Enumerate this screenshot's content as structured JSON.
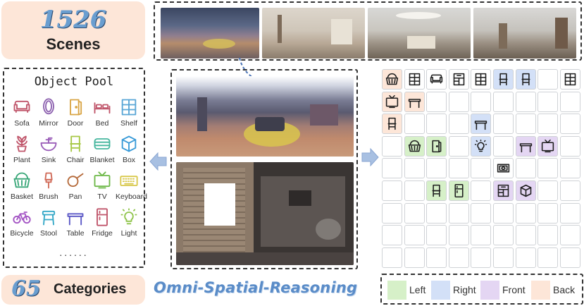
{
  "scenes": {
    "count": "1526",
    "label": "Scenes"
  },
  "categories": {
    "count": "65",
    "label": "Categories"
  },
  "title": "Omni-Spatial-Reasoning",
  "object_pool": {
    "title": "Object Pool",
    "items": [
      {
        "label": "Sofa",
        "icon": "sofa-icon",
        "color": "#c0566b"
      },
      {
        "label": "Mirror",
        "icon": "mirror-icon",
        "color": "#8e63b0"
      },
      {
        "label": "Door",
        "icon": "door-icon",
        "color": "#d9a545"
      },
      {
        "label": "Bed",
        "icon": "bed-icon",
        "color": "#c0566b"
      },
      {
        "label": "Shelf",
        "icon": "shelf-icon",
        "color": "#5aa6d6"
      },
      {
        "label": "Plant",
        "icon": "plant-icon",
        "color": "#c0566b"
      },
      {
        "label": "Sink",
        "icon": "sink-icon",
        "color": "#9a5db8"
      },
      {
        "label": "Chair",
        "icon": "chair-icon",
        "color": "#a7c845"
      },
      {
        "label": "Blanket",
        "icon": "blanket-icon",
        "color": "#45b69e"
      },
      {
        "label": "Box",
        "icon": "box-icon",
        "color": "#3a9bd8"
      },
      {
        "label": "Basket",
        "icon": "basket-icon",
        "color": "#3aa779"
      },
      {
        "label": "Brush",
        "icon": "brush-icon",
        "color": "#d06a58"
      },
      {
        "label": "Pan",
        "icon": "pan-icon",
        "color": "#b56a3a"
      },
      {
        "label": "TV",
        "icon": "tv-icon",
        "color": "#6fb94a"
      },
      {
        "label": "Keyboard",
        "icon": "keyboard-icon",
        "color": "#d8c84a"
      },
      {
        "label": "Bicycle",
        "icon": "bicycle-icon",
        "color": "#a455c4"
      },
      {
        "label": "Stool",
        "icon": "stool-icon",
        "color": "#35a8c7"
      },
      {
        "label": "Table",
        "icon": "table-icon",
        "color": "#5a57c6"
      },
      {
        "label": "Fridge",
        "icon": "fridge-icon",
        "color": "#c0566b"
      },
      {
        "label": "Light",
        "icon": "light-icon",
        "color": "#8fc44a"
      }
    ],
    "more": "......"
  },
  "grid": {
    "cols": 9,
    "rows": 9,
    "cells": [
      {
        "r": 0,
        "c": 0,
        "icon": "basket-icon",
        "tone": "back"
      },
      {
        "r": 0,
        "c": 1,
        "icon": "shelf-icon",
        "tone": "none"
      },
      {
        "r": 0,
        "c": 2,
        "icon": "sofa-icon",
        "tone": "none"
      },
      {
        "r": 0,
        "c": 3,
        "icon": "cabinet-icon",
        "tone": "none"
      },
      {
        "r": 0,
        "c": 4,
        "icon": "shelf-icon",
        "tone": "none"
      },
      {
        "r": 0,
        "c": 5,
        "icon": "chair-icon",
        "tone": "right"
      },
      {
        "r": 0,
        "c": 6,
        "icon": "chair-icon",
        "tone": "right"
      },
      {
        "r": 0,
        "c": 8,
        "icon": "shelf-icon",
        "tone": "none"
      },
      {
        "r": 1,
        "c": 0,
        "icon": "tv-icon",
        "tone": "back"
      },
      {
        "r": 1,
        "c": 1,
        "icon": "table-icon",
        "tone": "back"
      },
      {
        "r": 2,
        "c": 0,
        "icon": "chair-icon",
        "tone": "back"
      },
      {
        "r": 2,
        "c": 4,
        "icon": "table-icon",
        "tone": "right"
      },
      {
        "r": 3,
        "c": 1,
        "icon": "basket-icon",
        "tone": "left"
      },
      {
        "r": 3,
        "c": 2,
        "icon": "door-icon",
        "tone": "left"
      },
      {
        "r": 3,
        "c": 4,
        "icon": "light-icon",
        "tone": "right"
      },
      {
        "r": 3,
        "c": 6,
        "icon": "table-icon",
        "tone": "front"
      },
      {
        "r": 3,
        "c": 7,
        "icon": "tv-icon",
        "tone": "front"
      },
      {
        "r": 4,
        "c": 5,
        "icon": "rug-icon",
        "tone": "none"
      },
      {
        "r": 5,
        "c": 2,
        "icon": "chair-icon",
        "tone": "left"
      },
      {
        "r": 5,
        "c": 3,
        "icon": "fridge-icon",
        "tone": "left"
      },
      {
        "r": 5,
        "c": 5,
        "icon": "cabinet-icon",
        "tone": "front"
      },
      {
        "r": 5,
        "c": 6,
        "icon": "box-icon",
        "tone": "front"
      }
    ]
  },
  "legend": [
    {
      "label": "Left",
      "tone": "left",
      "color": "#d6f0c8"
    },
    {
      "label": "Right",
      "tone": "right",
      "color": "#d3e0f7"
    },
    {
      "label": "Front",
      "tone": "front",
      "color": "#e4d6f3"
    },
    {
      "label": "Back",
      "tone": "back",
      "color": "#fde6d8"
    }
  ]
}
